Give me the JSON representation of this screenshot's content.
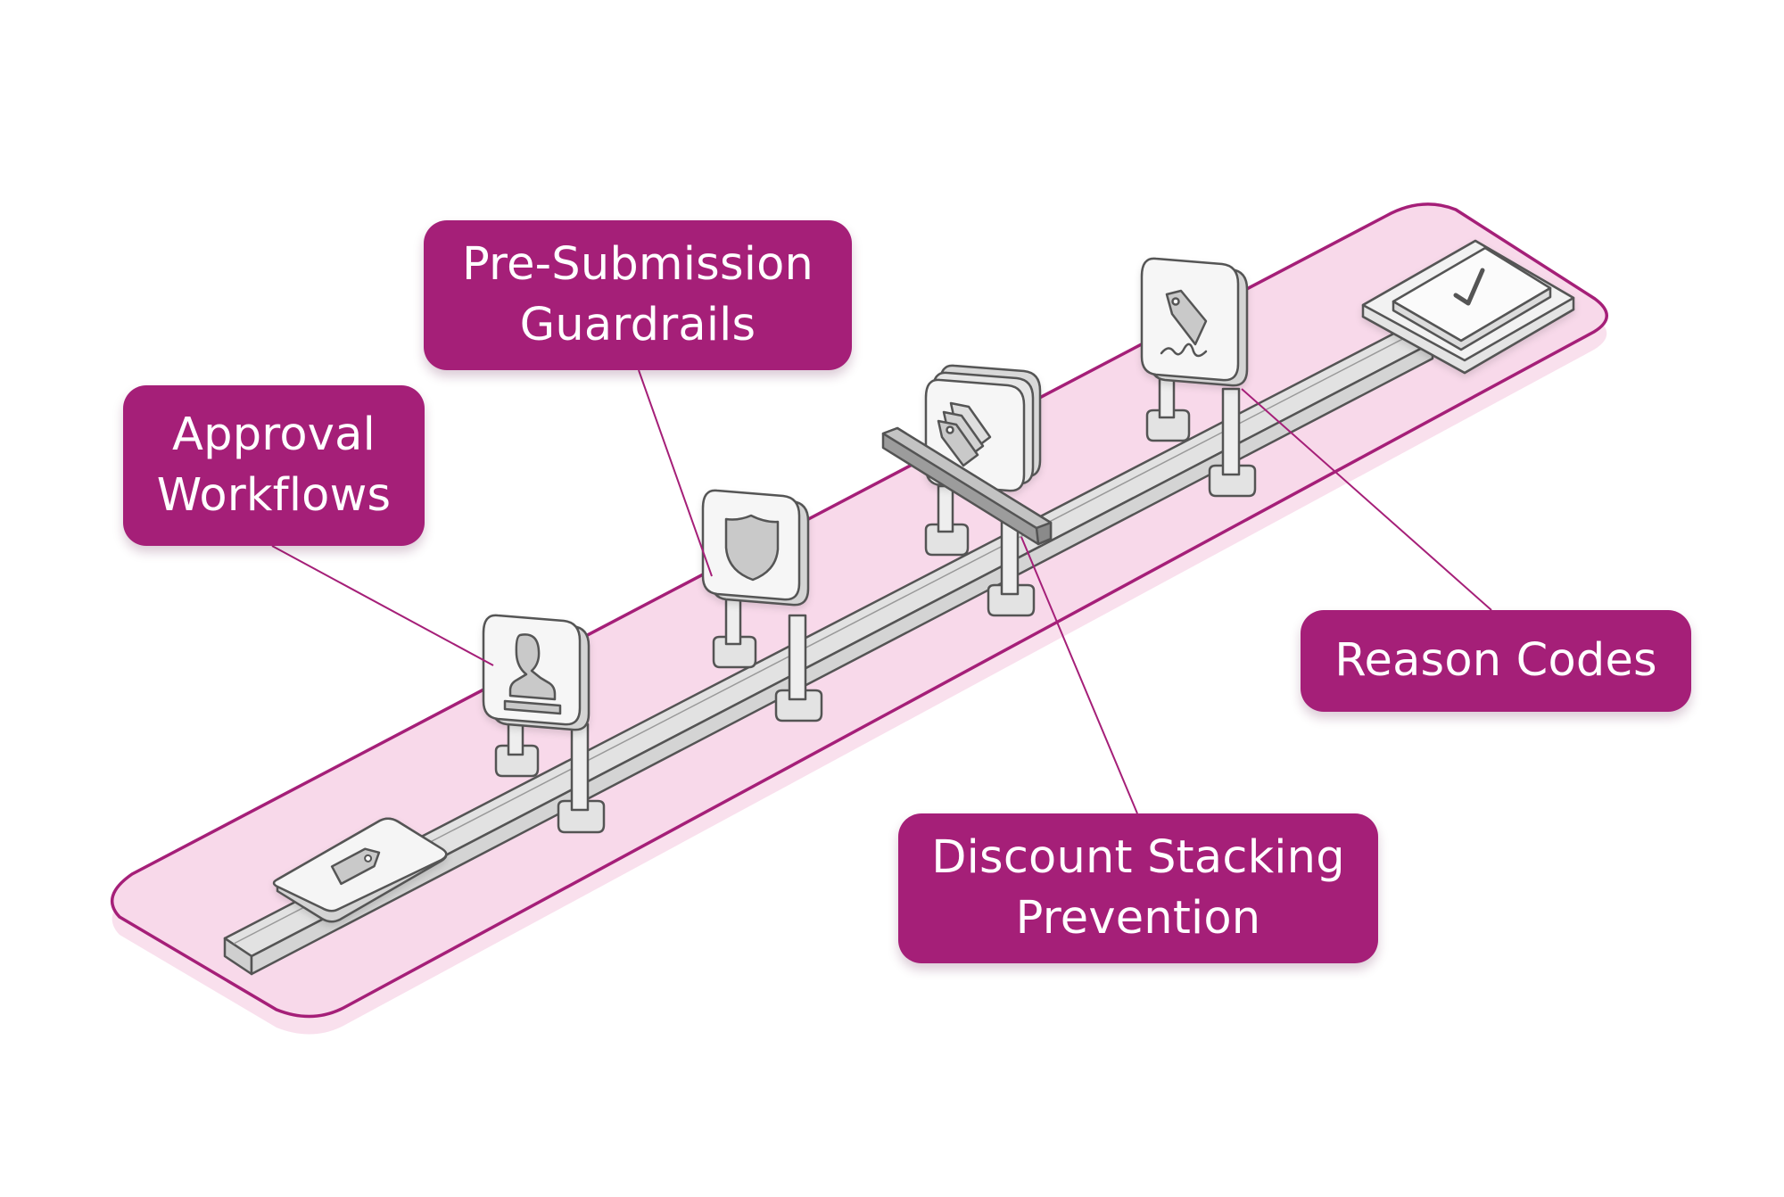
{
  "diagram": {
    "title": "",
    "colors": {
      "accent": "#a51f78",
      "track_fill": "#f8d9ea",
      "track_outline": "#a51f78",
      "label_text": "#ffffff",
      "device_fill": "#f3f3f3",
      "device_outline": "#545454",
      "icon_fill": "#c9c9c9"
    },
    "stages": [
      {
        "id": "entry",
        "icon": "price-tag-icon",
        "kind": "tile"
      },
      {
        "id": "approval",
        "icon": "person-stamp-icon",
        "kind": "gate"
      },
      {
        "id": "guardrails",
        "icon": "shield-icon",
        "kind": "gate"
      },
      {
        "id": "stacking",
        "icon": "stacked-tags-icon",
        "kind": "gate-with-barrier"
      },
      {
        "id": "reason",
        "icon": "tag-with-signature-icon",
        "kind": "gate"
      },
      {
        "id": "exit",
        "icon": "checkmark-icon",
        "kind": "tile"
      }
    ],
    "labels": {
      "approval": [
        "Approval",
        "Workflows"
      ],
      "guardrails": [
        "Pre-Submission",
        "Guardrails"
      ],
      "reason": [
        "Reason Codes"
      ],
      "stacking": [
        "Discount Stacking",
        "Prevention"
      ]
    }
  }
}
